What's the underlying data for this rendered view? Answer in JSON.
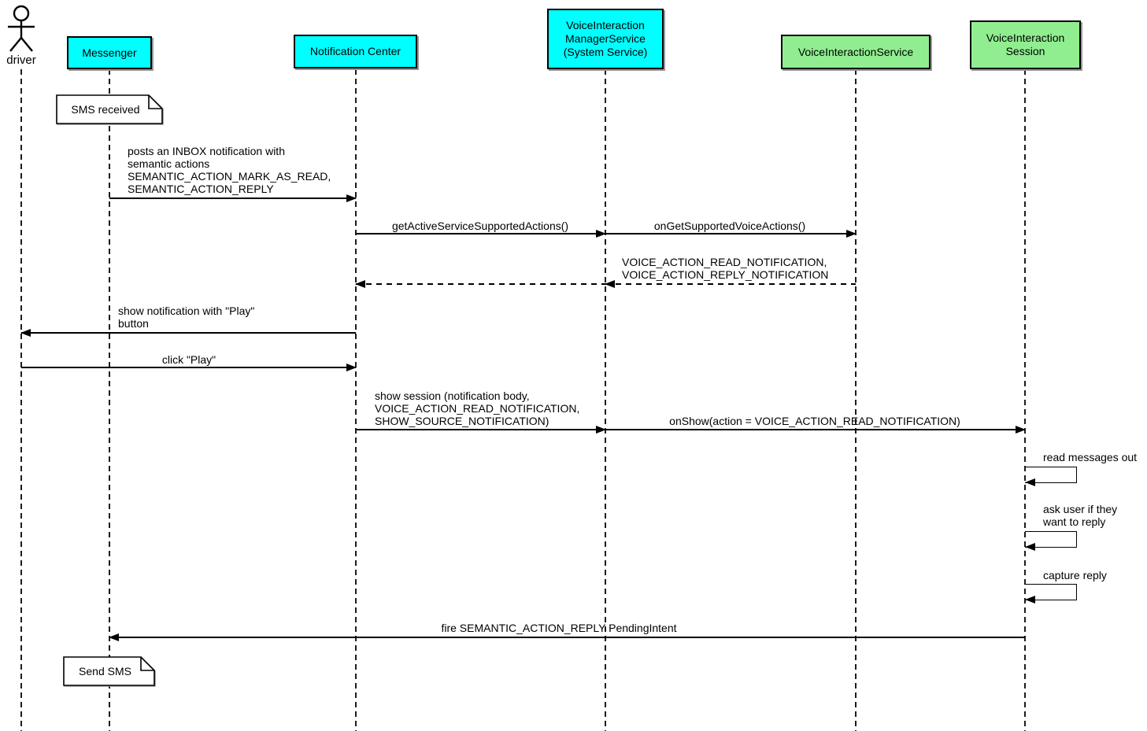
{
  "diagram_type": "uml-sequence-diagram",
  "colors": {
    "system_component": "#00ffff",
    "voice_service_component": "#90ee90",
    "line": "#000000",
    "note_background": "#ffffff",
    "background": "#ffffff"
  },
  "actor": {
    "name": "driver"
  },
  "participants": [
    {
      "label": "Messenger",
      "color": "#00ffff"
    },
    {
      "label": "Notification Center",
      "color": "#00ffff"
    },
    {
      "label": "VoiceInteraction\nManagerService\n(System Service)",
      "color": "#00ffff"
    },
    {
      "label": "VoiceInteractionService",
      "color": "#90ee90"
    },
    {
      "label": "VoiceInteraction\nSession",
      "color": "#90ee90"
    }
  ],
  "notes": [
    {
      "text": "SMS received",
      "attached_to": "Messenger"
    },
    {
      "text": "Send SMS",
      "attached_to": "Messenger"
    }
  ],
  "messages": [
    {
      "from": "Messenger",
      "to": "Notification Center",
      "style": "solid",
      "text": "posts an INBOX notification with\nsemantic actions\nSEMANTIC_ACTION_MARK_AS_READ,\nSEMANTIC_ACTION_REPLY"
    },
    {
      "from": "Notification Center",
      "to": "VoiceInteractionManagerService",
      "style": "solid",
      "text": "getActiveServiceSupportedActions()"
    },
    {
      "from": "VoiceInteractionManagerService",
      "to": "VoiceInteractionService",
      "style": "solid",
      "text": "onGetSupportedVoiceActions()"
    },
    {
      "from": "VoiceInteractionService",
      "to": "Notification Center",
      "style": "dashed-return",
      "text": "VOICE_ACTION_READ_NOTIFICATION,\nVOICE_ACTION_REPLY_NOTIFICATION"
    },
    {
      "from": "Notification Center",
      "to": "driver",
      "style": "solid",
      "text": "show notification with \"Play\"\nbutton"
    },
    {
      "from": "driver",
      "to": "Notification Center",
      "style": "solid",
      "text": "click \"Play\""
    },
    {
      "from": "Notification Center",
      "to": "VoiceInteractionManagerService",
      "style": "solid",
      "text": "show session (notification body,\nVOICE_ACTION_READ_NOTIFICATION,\nSHOW_SOURCE_NOTIFICATION)"
    },
    {
      "from": "VoiceInteractionManagerService",
      "to": "VoiceInteractionSession",
      "style": "solid",
      "text": "onShow(action = VOICE_ACTION_READ_NOTIFICATION)"
    },
    {
      "from": "VoiceInteractionSession",
      "to": "VoiceInteractionSession",
      "style": "self",
      "text": "read messages out"
    },
    {
      "from": "VoiceInteractionSession",
      "to": "VoiceInteractionSession",
      "style": "self",
      "text": "ask user if they\nwant to reply"
    },
    {
      "from": "VoiceInteractionSession",
      "to": "VoiceInteractionSession",
      "style": "self",
      "text": "capture reply"
    },
    {
      "from": "VoiceInteractionSession",
      "to": "Messenger",
      "style": "solid",
      "text": "fire SEMANTIC_ACTION_REPLY PendingIntent"
    }
  ]
}
